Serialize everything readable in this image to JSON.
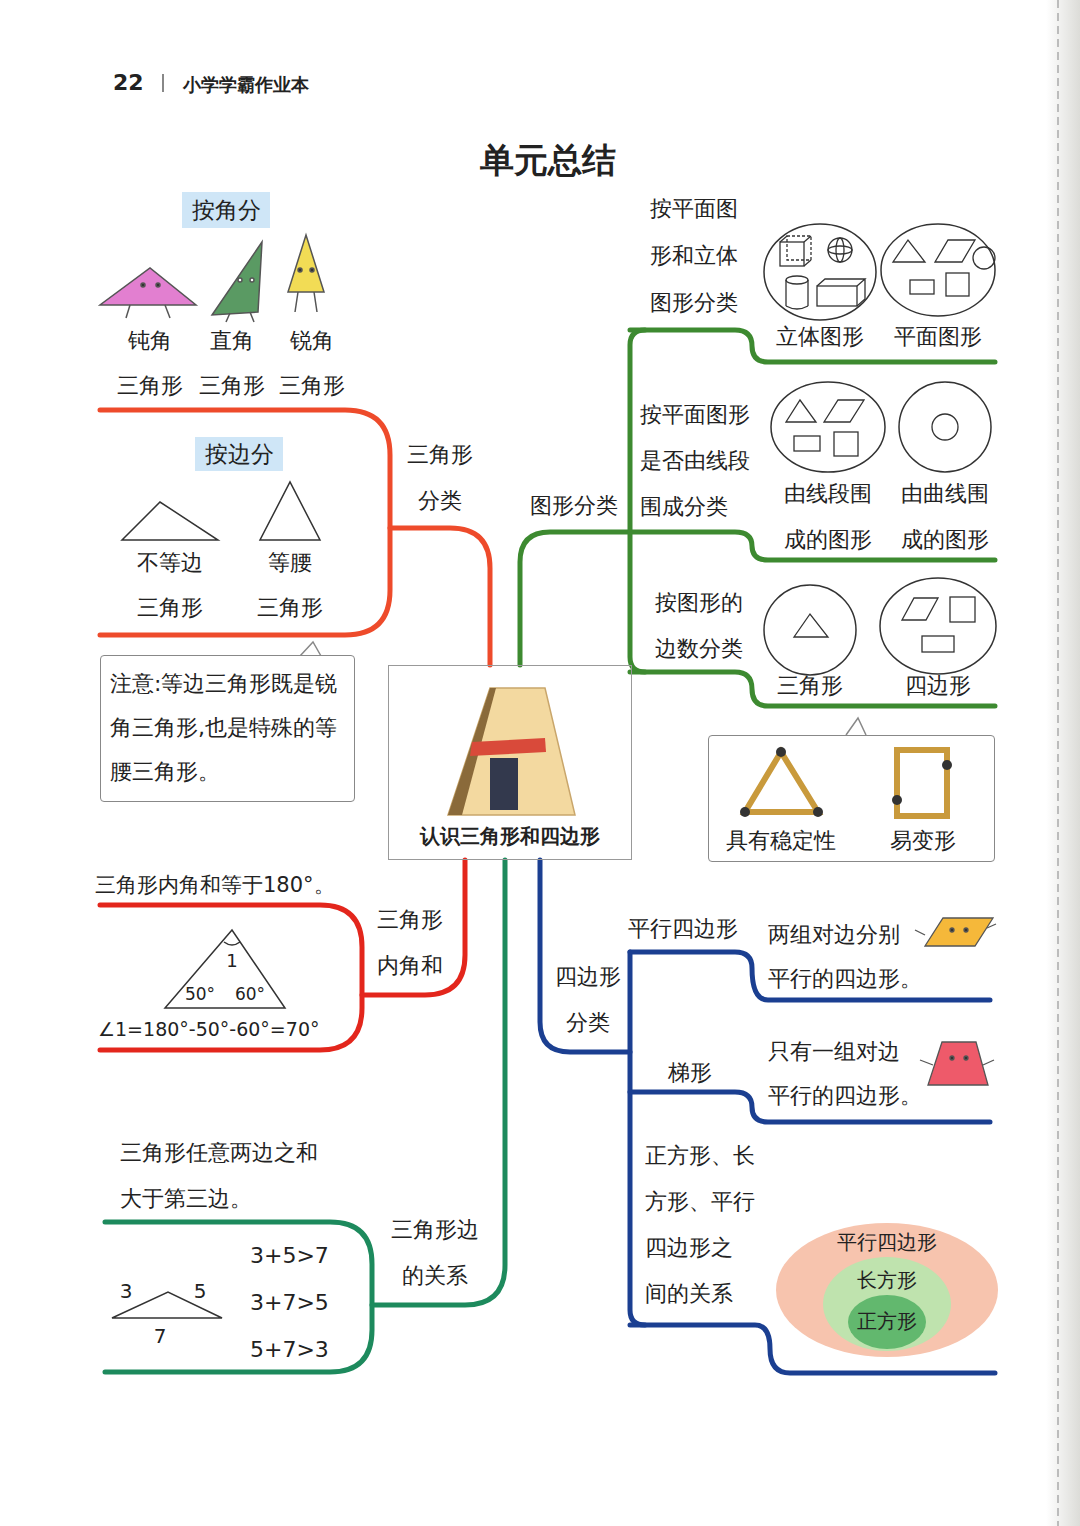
{
  "diagram": {
    "title": "单元总结",
    "nodes": [
      {
        "text": [
          "按角分"
        ]
      },
      {
        "text": [
          "按边分"
        ]
      },
      {
        "text": [
          "注意:等边三角形既是锐角三角形,也是特殊的等腰三角形。"
        ]
      },
      {
        "text": [
          "认识三角形和四边形"
        ]
      },
      {
        "text": [
          "立体图形"
        ]
      },
      {
        "text": [
          "平面图形"
        ]
      },
      {
        "text": [
          "由线段围 成的图形"
        ]
      },
      {
        "text": [
          "由曲线围 成的图形"
        ]
      },
      {
        "text": [
          "三角形"
        ]
      },
      {
        "text": [
          "四边形"
        ]
      },
      {
        "text": [
          "具有稳定性",
          "易变形"
        ]
      },
      {
        "text": [
          "平行四边形"
        ]
      },
      {
        "text": [
          "长方形"
        ],
        "in": 11
      },
      {
        "text": [
          "正方形"
        ],
        "in": 12
      }
    ],
    "labels": [
      "22",
      "小学学霸作业本",
      "钝角 三角形",
      "直角 三角形",
      "锐角 三角形",
      "三角形 分类",
      "不等边 三角形",
      "等腰 三角形",
      "三角形内角和等于180°。",
      "1",
      "50°",
      "60°",
      "∠1=180°-50°-60°=70°",
      "三角形 内角和",
      "三角形任意两边之和 大于第三边。",
      "3",
      "5",
      "7",
      "3+5>7",
      "3+7>5",
      "5+7>3",
      "三角形边 的关系",
      "按平面图 形和立体 图形分类",
      "图形分类",
      "按平面图形 是否由线段 围成分类",
      "按图形的 边数分类",
      "四边形 分类",
      "平行四边形",
      "两组对边分别 平行的四边形。",
      "梯形",
      "只有一组对边 平行的四边形。",
      "正方形、长 方形、平行 四边形之 间的关系"
    ]
  }
}
